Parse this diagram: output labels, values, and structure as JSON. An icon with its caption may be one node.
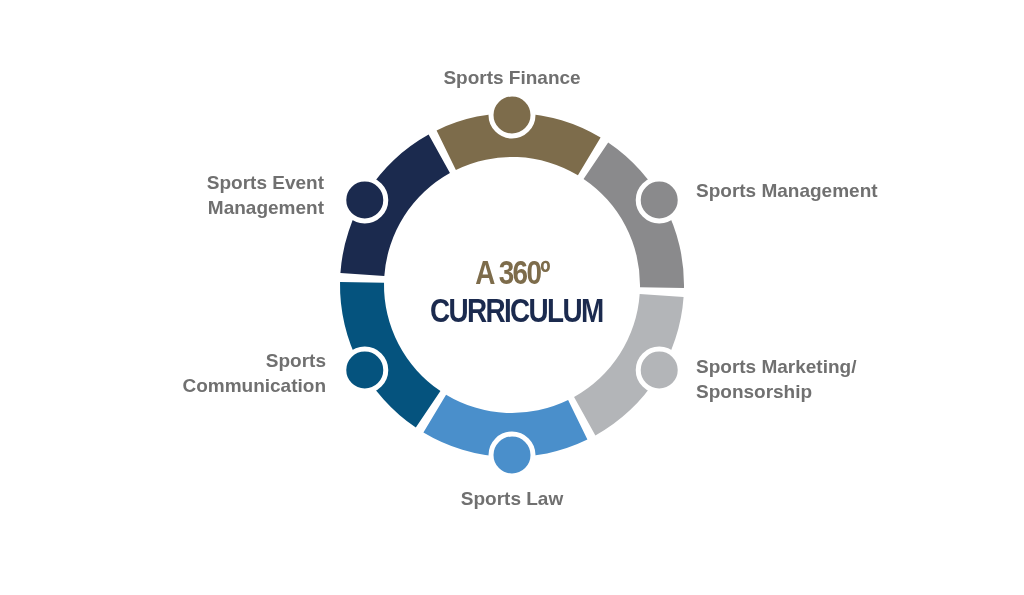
{
  "diagram": {
    "nodes": [
      {
        "text": [],
        "shape": "person",
        "beside": [
          "Sports Finance"
        ]
      },
      {
        "text": [],
        "shape": "person",
        "beside": [
          "Sports Management"
        ]
      },
      {
        "text": [],
        "shape": "person",
        "beside": [
          "Sports Marketing/ Sponsorship"
        ]
      },
      {
        "text": [],
        "shape": "person",
        "beside": [
          "Sports Law"
        ]
      },
      {
        "text": [],
        "shape": "person",
        "beside": [
          "Sports Communication"
        ]
      },
      {
        "text": [],
        "shape": "person",
        "beside": [
          "Sports Event Management"
        ]
      }
    ],
    "labels": [
      "A 360º",
      "CURRICULUM"
    ]
  }
}
